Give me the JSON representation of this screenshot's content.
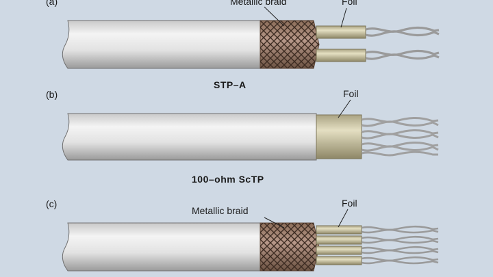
{
  "diagrams": [
    {
      "panel_label": "(a)",
      "braid_label": "Metallic braid",
      "foil_label": "Foil",
      "caption": "STP–A"
    },
    {
      "panel_label": "(b)",
      "foil_label": "Foil",
      "caption": "100–ohm ScTP"
    },
    {
      "panel_label": "(c)",
      "braid_label": "Metallic braid",
      "foil_label": "Foil"
    }
  ],
  "colors": {
    "background": "#cfd9e4",
    "jacket": "#e6e6e6",
    "braid": "#a88872",
    "foil": "#cfc9a6",
    "wire": "#c9c9c9"
  }
}
